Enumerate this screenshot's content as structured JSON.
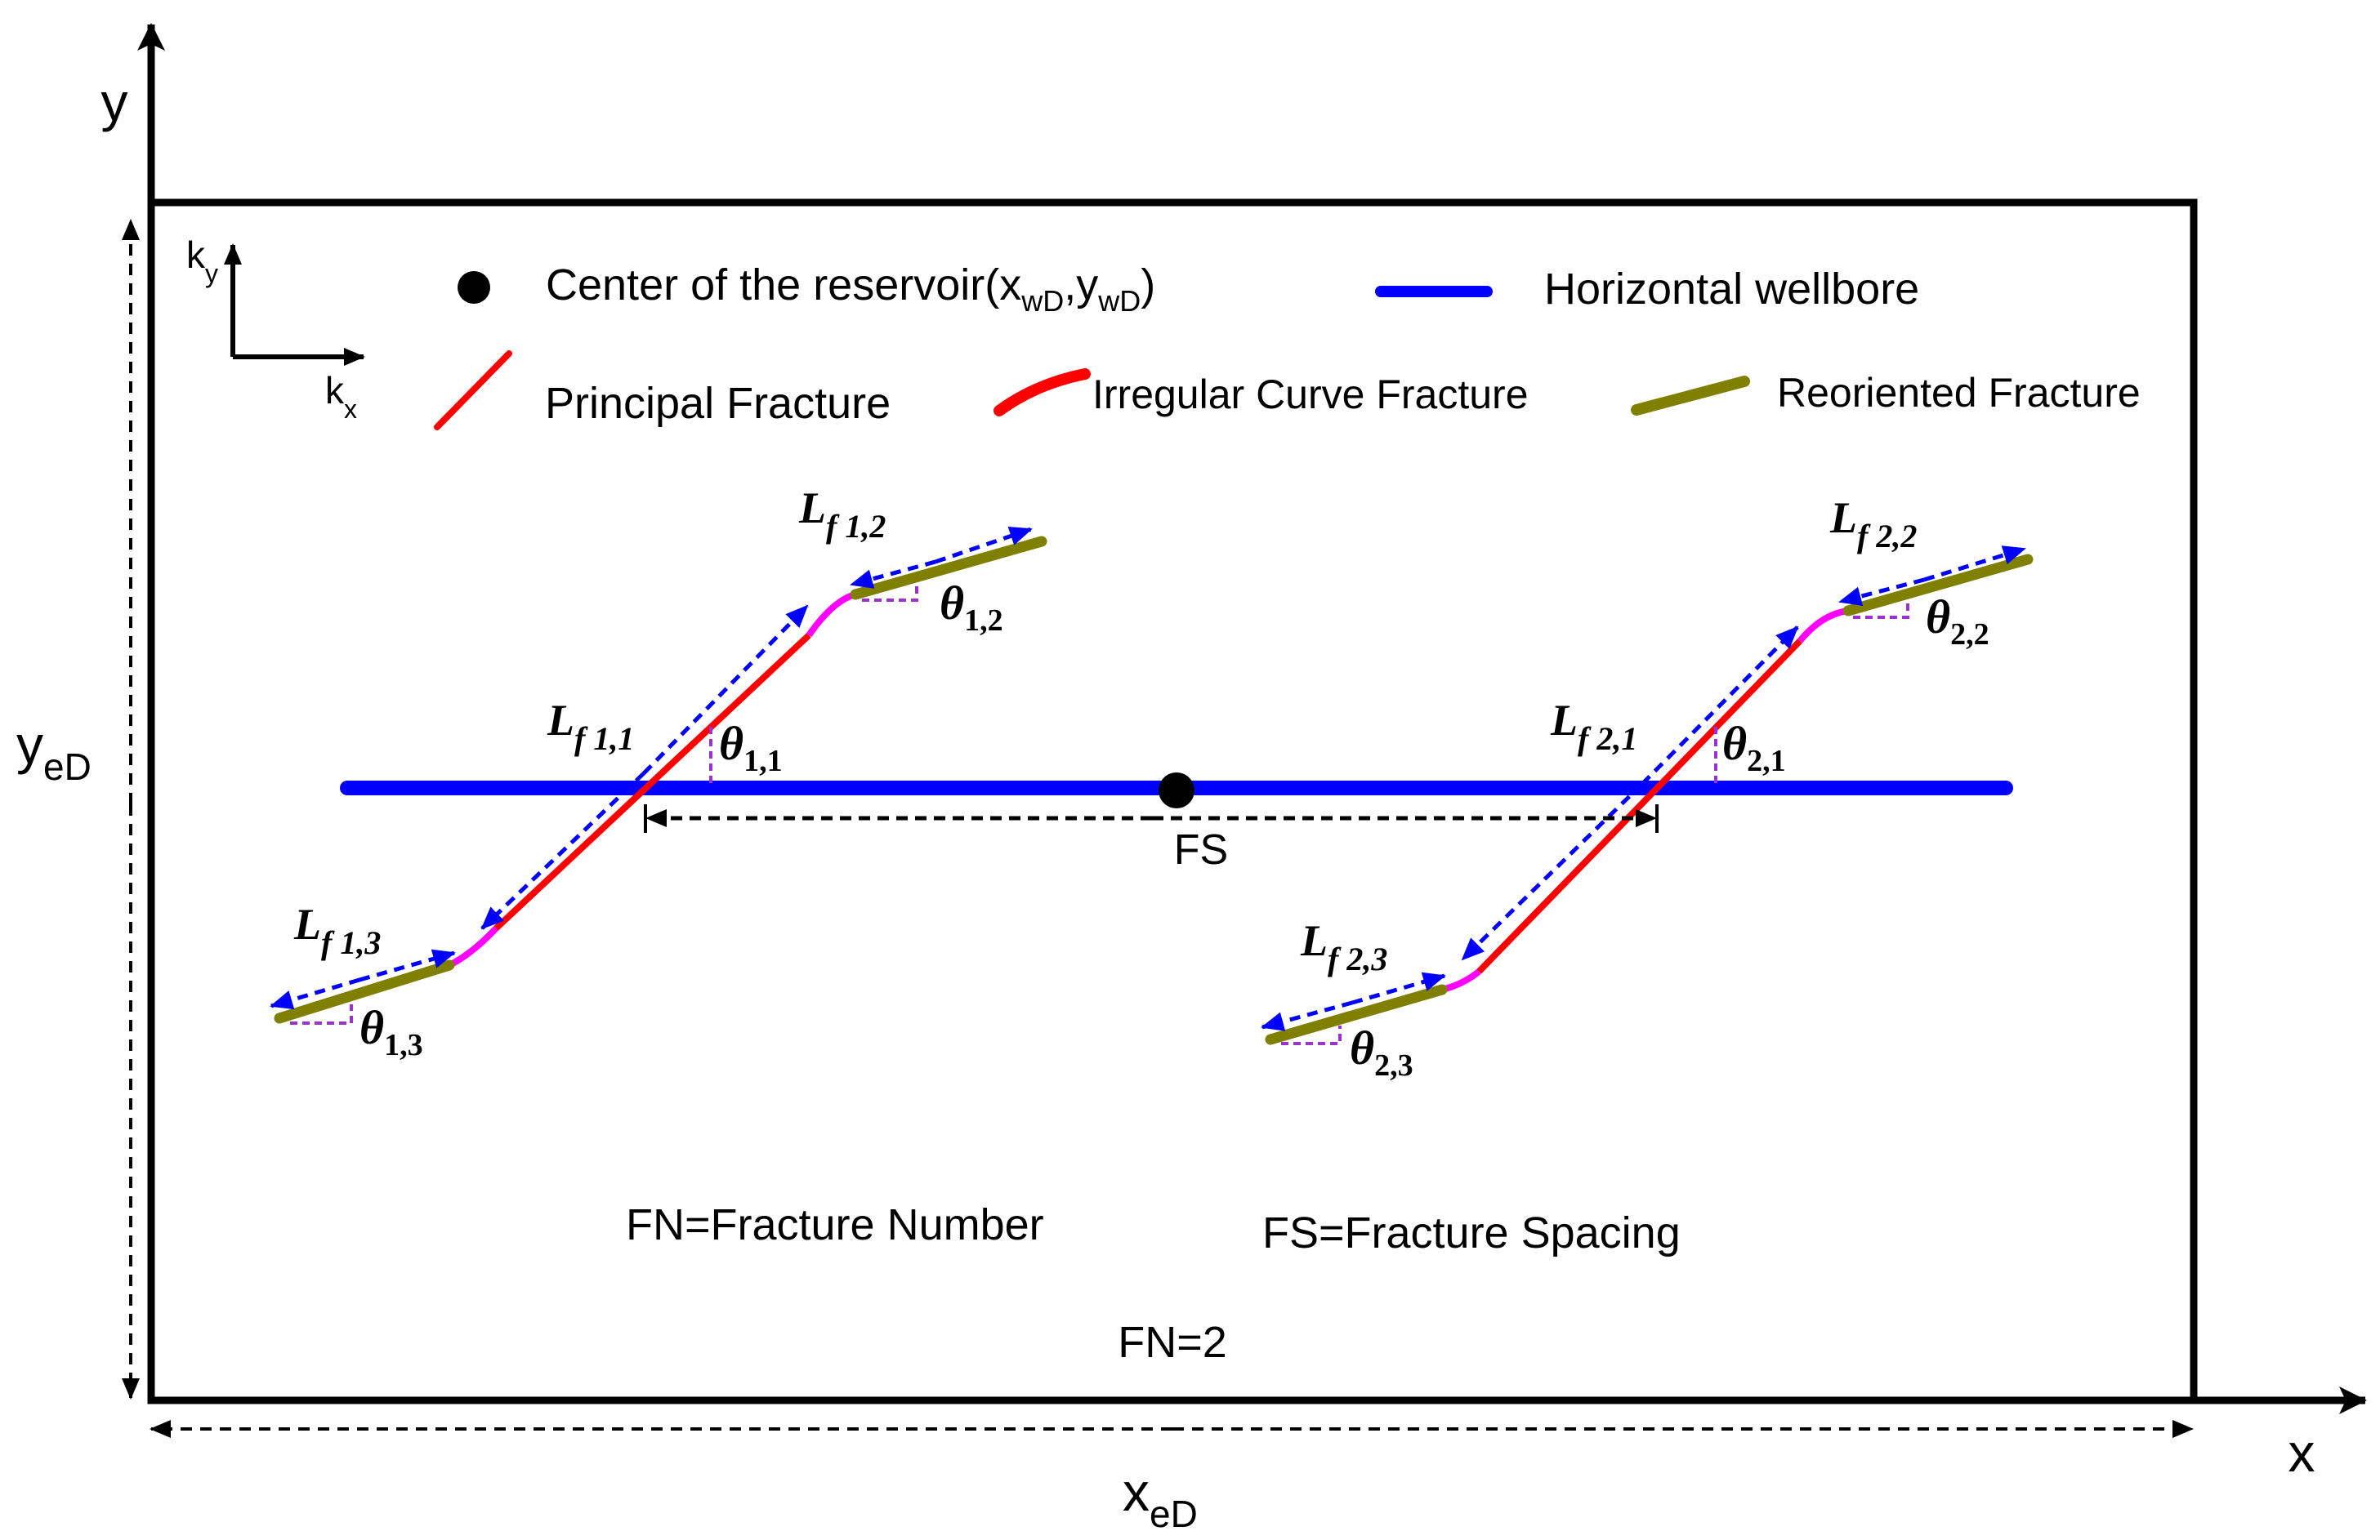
{
  "axes": {
    "x_label": "x",
    "y_label": "y",
    "x_extent_label": "x",
    "x_extent_sub": "eD",
    "y_extent_label": "y",
    "y_extent_sub": "eD"
  },
  "perm": {
    "ky": "k",
    "ky_sub": "y",
    "kx": "k",
    "kx_sub": "x"
  },
  "legend": {
    "center_label": "Center of the reservoir(x",
    "center_sub1": "wD",
    "center_mid": ",y",
    "center_sub2": "wD",
    "center_end": ")",
    "wellbore_label": "Horizontal wellbore",
    "principal_label": "Principal Fracture",
    "curve_label": "Irregular Curve Fracture",
    "reoriented_label": "Reoriented Fracture"
  },
  "fractures": [
    {
      "L1": "L",
      "L1_sub": "f 1,1",
      "L2": "L",
      "L2_sub": "f 1,2",
      "L3": "L",
      "L3_sub": "f 1,3",
      "t1": "θ",
      "t1_sub": "1,1",
      "t2": "θ",
      "t2_sub": "1,2",
      "t3": "θ",
      "t3_sub": "1,3"
    },
    {
      "L1": "L",
      "L1_sub": "f 2,1",
      "L2": "L",
      "L2_sub": "f 2,2",
      "L3": "L",
      "L3_sub": "f 2,3",
      "t1": "θ",
      "t1_sub": "2,1",
      "t2": "θ",
      "t2_sub": "2,2",
      "t3": "θ",
      "t3_sub": "2,3"
    }
  ],
  "spacing_label": "FS",
  "notes": {
    "fn_def": "FN=Fracture Number",
    "fs_def": "FS=Fracture Spacing",
    "fn_value": "FN=2"
  },
  "colors": {
    "wellbore": "#0000ff",
    "principal": "#ff0000",
    "curve": "#ff00ff",
    "reoriented": "#808000",
    "length_arrow": "#0000ff",
    "angle_marker": "#9933cc",
    "frame": "#000000"
  }
}
